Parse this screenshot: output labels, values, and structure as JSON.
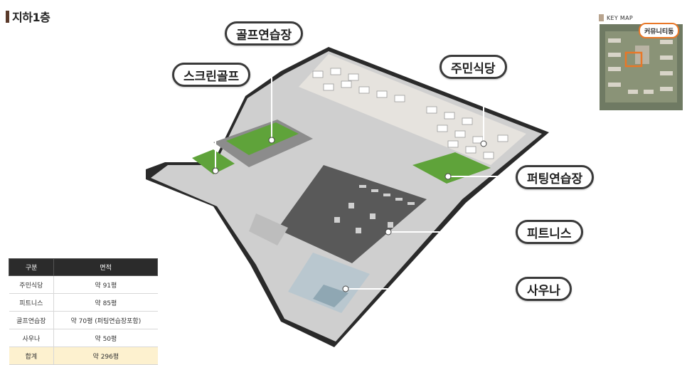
{
  "floor_title": "지하1층",
  "callouts": {
    "golf_practice": "골프연습장",
    "screen_golf": "스크린골프",
    "resident_cafeteria": "주민식당",
    "putting_practice": "퍼팅연습장",
    "fitness": "피트니스",
    "sauna": "사우나"
  },
  "keymap": {
    "title": "KEY MAP",
    "badge": "커뮤니티동"
  },
  "area_table": {
    "headers": [
      "구분",
      "면적"
    ],
    "rows": [
      [
        "주민식당",
        "약 91평"
      ],
      [
        "피트니스",
        "약 85평"
      ],
      [
        "골프연습장",
        "약 70평 (퍼팅연습장포함)"
      ],
      [
        "사우나",
        "약 50평"
      ]
    ],
    "total": [
      "합계",
      "약 296평"
    ]
  },
  "colors": {
    "callout_border": "#3a3a3a",
    "table_header": "#2b2b2b",
    "total_row": "#fdf1cf",
    "keymap_highlight": "#e97727",
    "putting_green": "#5fa33a"
  }
}
